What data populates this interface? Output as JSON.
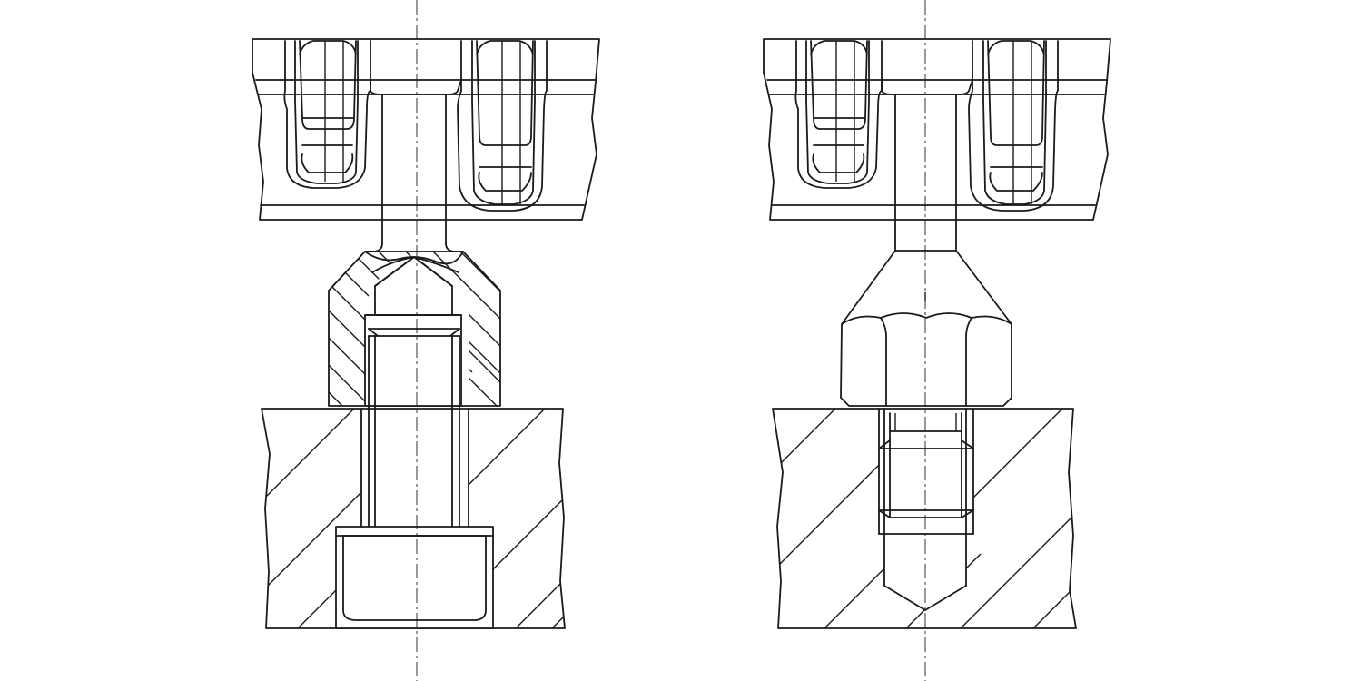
{
  "drawing": {
    "colors": {
      "line": "#1a1a1a",
      "background": "#ffffff"
    },
    "figures": [
      {
        "id": "left",
        "description_name": "sectioned-nut-assembly"
      },
      {
        "id": "right",
        "description_name": "hex-nut-assembly"
      }
    ]
  }
}
